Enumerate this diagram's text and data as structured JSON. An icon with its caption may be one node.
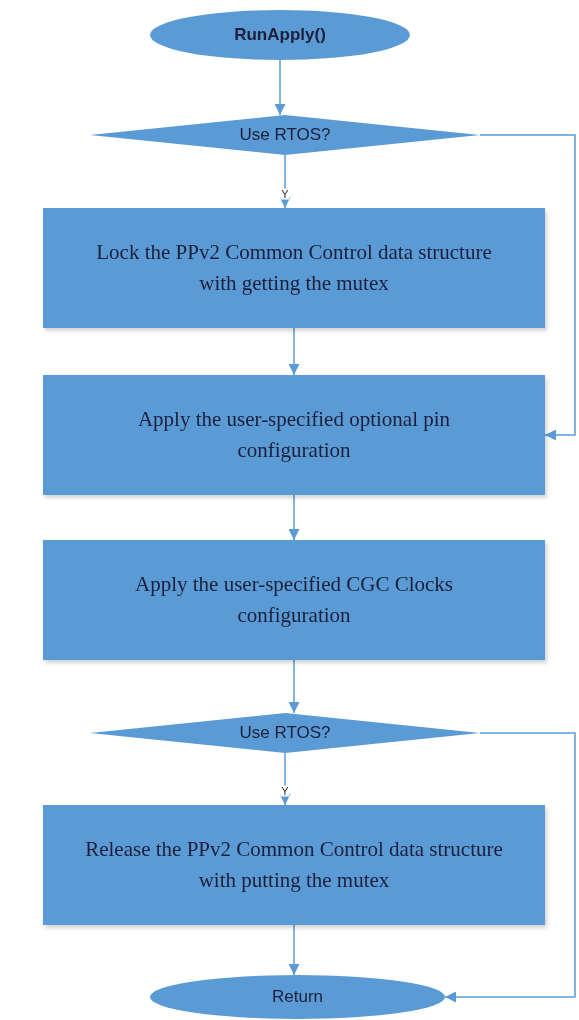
{
  "diagram": {
    "nodes": [
      {
        "text": [
          "RunApply()"
        ]
      },
      {
        "text": [
          "Use RTOS?"
        ]
      },
      {
        "text": [
          "Lock the PPv2 Common Control data structure with getting the mutex"
        ]
      },
      {
        "text": [
          "Apply the user-specified optional pin configuration"
        ]
      },
      {
        "text": [
          "Apply the user-specified CGC Clocks configuration"
        ]
      },
      {
        "text": [
          "Use RTOS?"
        ]
      },
      {
        "text": [
          "Release the PPv2 Common Control data structure with putting the mutex"
        ]
      },
      {
        "text": [
          "Return"
        ]
      }
    ],
    "edges": [
      {
        "from": 0,
        "to": 1,
        "arrow": "to"
      },
      {
        "from": 1,
        "to": 2,
        "arrow": "to",
        "label": "Y"
      },
      {
        "from": 2,
        "to": 3,
        "arrow": "to"
      },
      {
        "from": 3,
        "to": 4,
        "arrow": "to"
      },
      {
        "from": 4,
        "to": 5,
        "arrow": "to"
      },
      {
        "from": 5,
        "to": 6,
        "arrow": "to",
        "label": "Y"
      },
      {
        "from": 6,
        "to": 7,
        "arrow": "to"
      },
      {
        "from": 1,
        "to": 3,
        "arrow": "to"
      },
      {
        "from": 5,
        "to": 7,
        "arrow": "to"
      }
    ]
  }
}
